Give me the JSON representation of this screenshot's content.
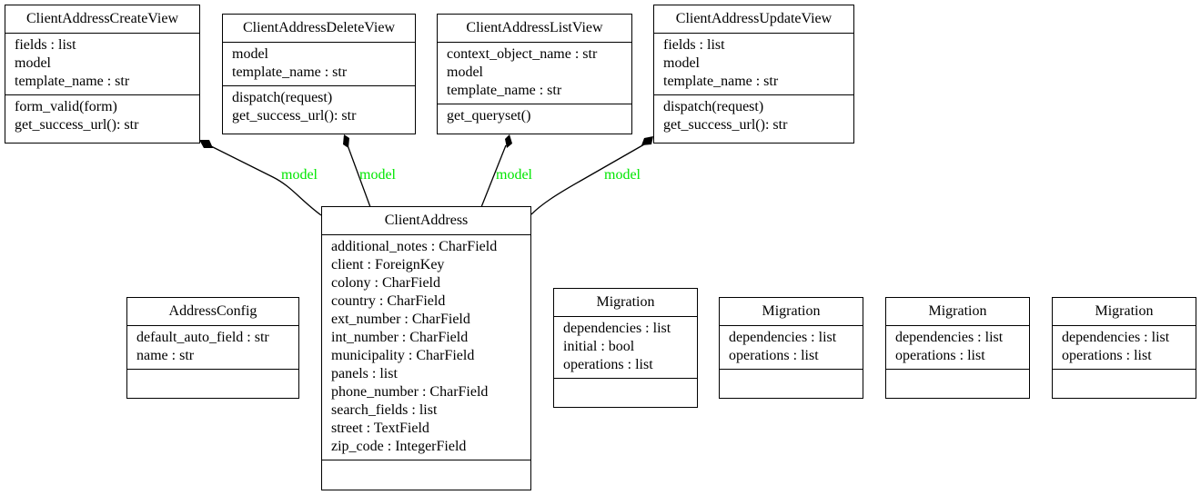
{
  "classes": [
    {
      "id": "create_view",
      "name": "ClientAddressCreateView",
      "attributes": [
        "fields : list",
        "model",
        "template_name : str"
      ],
      "methods": [
        "form_valid(form)",
        "get_success_url(): str"
      ]
    },
    {
      "id": "delete_view",
      "name": "ClientAddressDeleteView",
      "attributes": [
        "model",
        "template_name : str"
      ],
      "methods": [
        "dispatch(request)",
        "get_success_url(): str"
      ]
    },
    {
      "id": "list_view",
      "name": "ClientAddressListView",
      "attributes": [
        "context_object_name : str",
        "model",
        "template_name : str"
      ],
      "methods": [
        "get_queryset()"
      ]
    },
    {
      "id": "update_view",
      "name": "ClientAddressUpdateView",
      "attributes": [
        "fields : list",
        "model",
        "template_name : str"
      ],
      "methods": [
        "dispatch(request)",
        "get_success_url(): str"
      ]
    },
    {
      "id": "client_address",
      "name": "ClientAddress",
      "attributes": [
        "additional_notes : CharField",
        "client : ForeignKey",
        "colony : CharField",
        "country : CharField",
        "ext_number : CharField",
        "int_number : CharField",
        "municipality : CharField",
        "panels : list",
        "phone_number : CharField",
        "search_fields : list",
        "street : TextField",
        "zip_code : IntegerField"
      ],
      "methods": []
    },
    {
      "id": "address_config",
      "name": "AddressConfig",
      "attributes": [
        "default_auto_field : str",
        "name : str"
      ],
      "methods": []
    },
    {
      "id": "migration_1",
      "name": "Migration",
      "attributes": [
        "dependencies : list",
        "initial : bool",
        "operations : list"
      ],
      "methods": []
    },
    {
      "id": "migration_2",
      "name": "Migration",
      "attributes": [
        "dependencies : list",
        "operations : list"
      ],
      "methods": []
    },
    {
      "id": "migration_3",
      "name": "Migration",
      "attributes": [
        "dependencies : list",
        "operations : list"
      ],
      "methods": []
    },
    {
      "id": "migration_4",
      "name": "Migration",
      "attributes": [
        "dependencies : list",
        "operations : list"
      ],
      "methods": []
    }
  ],
  "relations": [
    {
      "from": "client_address",
      "to": "create_view",
      "type": "composition",
      "label": "model"
    },
    {
      "from": "client_address",
      "to": "delete_view",
      "type": "composition",
      "label": "model"
    },
    {
      "from": "client_address",
      "to": "list_view",
      "type": "composition",
      "label": "model"
    },
    {
      "from": "client_address",
      "to": "update_view",
      "type": "composition",
      "label": "model"
    }
  ],
  "colors": {
    "edge_label": "#00e600",
    "line": "#000000"
  }
}
